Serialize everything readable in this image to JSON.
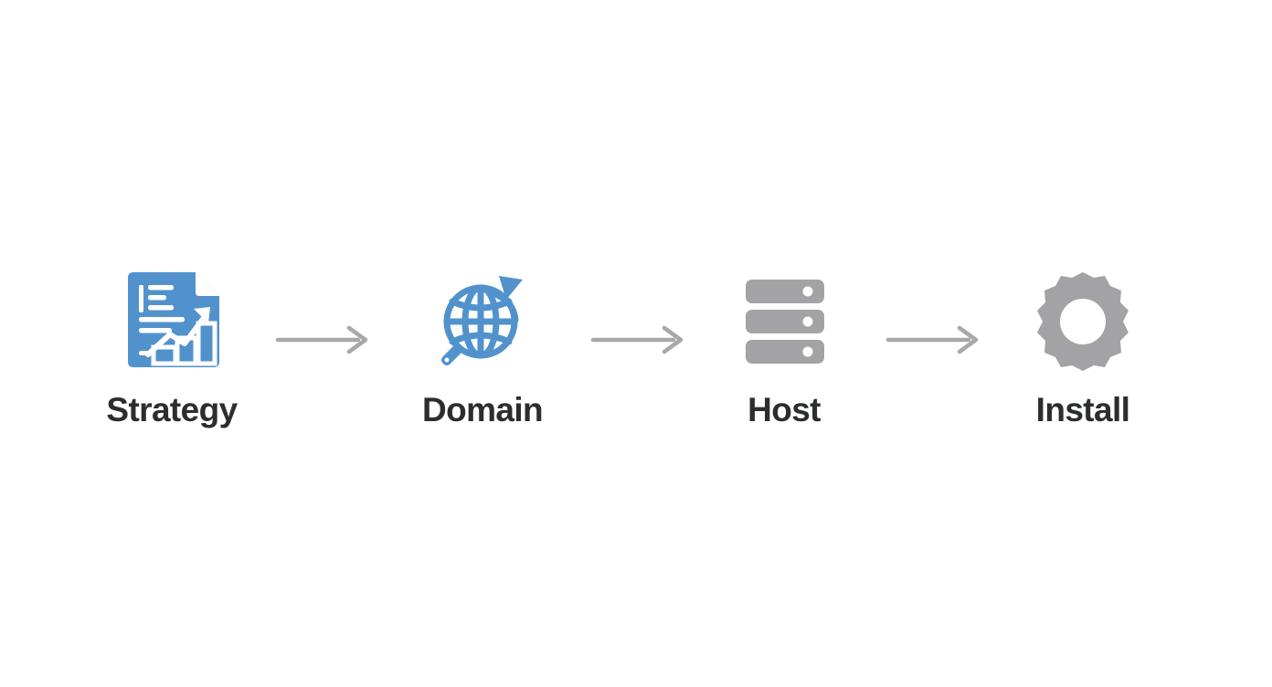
{
  "diagram": {
    "type": "process-flow",
    "orientation": "horizontal",
    "background_color": "#ffffff",
    "label_color": "#2b2d2f",
    "accent_blue": "#5292cc",
    "accent_gray": "#a3a3a5",
    "arrow_color": "#a8a8a8",
    "steps": [
      {
        "id": "strategy",
        "label": "Strategy",
        "icon": "strategy-document-chart-icon",
        "icon_color": "#5292cc"
      },
      {
        "id": "domain",
        "label": "Domain",
        "icon": "globe-magnifier-arrow-icon",
        "icon_color": "#5292cc"
      },
      {
        "id": "host",
        "label": "Host",
        "icon": "server-rack-icon",
        "icon_color": "#a3a3a5"
      },
      {
        "id": "install",
        "label": "Install",
        "icon": "gear-icon",
        "icon_color": "#a3a3a5"
      }
    ],
    "connectors": [
      {
        "id": "connector-1",
        "icon": "arrow-right-icon",
        "from": "strategy",
        "to": "domain"
      },
      {
        "id": "connector-2",
        "icon": "arrow-right-icon",
        "from": "domain",
        "to": "host"
      },
      {
        "id": "connector-3",
        "icon": "arrow-right-icon",
        "from": "host",
        "to": "install"
      }
    ]
  }
}
